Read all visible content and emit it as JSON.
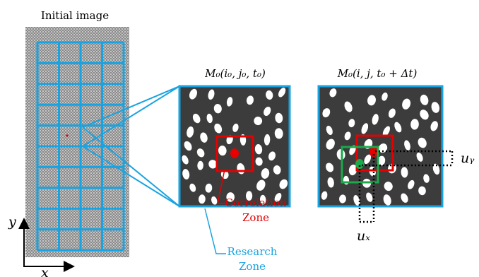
{
  "title": "Initial image",
  "panel1": {
    "label": "M₀(i₀, j₀, t₀)"
  },
  "panel2": {
    "label": "M₀(i, j, t₀ + Δt)"
  },
  "correlation_zone": {
    "line1": "Correlation",
    "line2": "Zone"
  },
  "research_zone": {
    "line1": "Research",
    "line2": "Zone"
  },
  "axes": {
    "x": "x",
    "y": "y"
  },
  "displacements": {
    "ux": "uₓ",
    "uy": "uᵧ"
  },
  "colors": {
    "blue": "#19a3e0",
    "red": "#e60000",
    "green": "#1aaa4a",
    "speckle_bg": "#3c3c3c",
    "text_red": "#e00000",
    "text_blue": "#19a3e0"
  }
}
